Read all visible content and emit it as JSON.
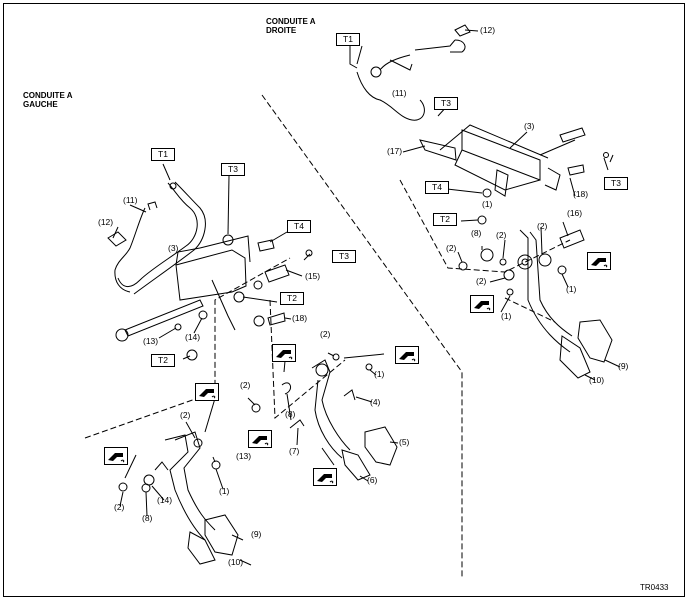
{
  "headings": {
    "right": "CONDUITE A\nDROITE",
    "left": "CONDUITE A\nGAUCHE"
  },
  "tool_boxes": {
    "t1": "T1",
    "t2": "T2",
    "t3": "T3",
    "t4": "T4"
  },
  "callouts": {
    "c1": "(1)",
    "c2": "(2)",
    "c3": "(3)",
    "c4": "(4)",
    "c5": "(5)",
    "c6": "(6)",
    "c7": "(7)",
    "c8": "(8)",
    "c9": "(9)",
    "c10": "(10)",
    "c11": "(11)",
    "c12": "(12)",
    "c13": "(13)",
    "c14": "(14)",
    "c15": "(15)",
    "c16": "(16)",
    "c17": "(17)",
    "c18": "(18)"
  },
  "figure_code": "TR0433",
  "icons": {
    "grease_symbol": "grease-application-icon"
  }
}
